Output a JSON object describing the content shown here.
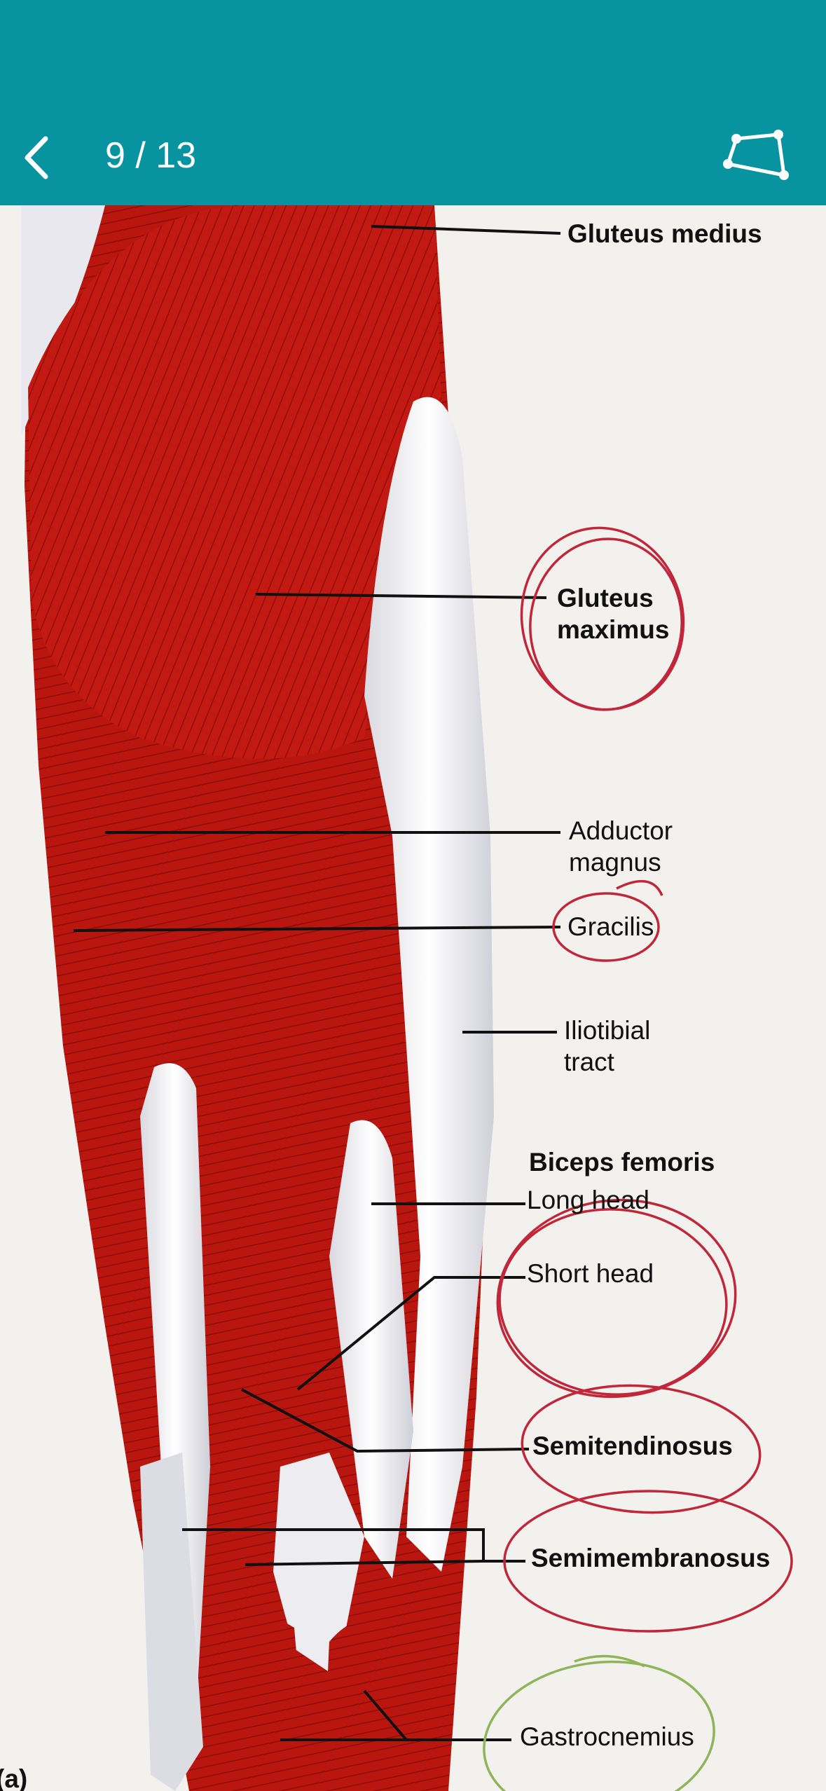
{
  "header": {
    "page_counter": "9 / 13",
    "back_icon": "chevron-left-icon",
    "crop_icon": "crop-quad-icon",
    "bar_color": "#07939f"
  },
  "figure": {
    "labels": {
      "gluteus_medius": "Gluteus medius",
      "gluteus_maximus_1": "Gluteus",
      "gluteus_maximus_2": "maximus",
      "adductor_magnus_1": "Adductor",
      "adductor_magnus_2": "magnus",
      "gracilis": "Gracilis",
      "iliotibial_1": "Iliotibial",
      "iliotibial_2": "tract",
      "biceps_femoris": "Biceps femoris",
      "long_head": "Long head",
      "short_head": "Short head",
      "semitendinosus": "Semitendinosus",
      "semimembranosus": "Semimembranosus",
      "gastrocnemius": "Gastrocnemius",
      "panel_letter": "(a)"
    },
    "muscle_color": "#b8160f",
    "tendon_color": "#eeeef2",
    "annotation_red": "#c0273a",
    "annotation_green": "#8fb45a"
  }
}
